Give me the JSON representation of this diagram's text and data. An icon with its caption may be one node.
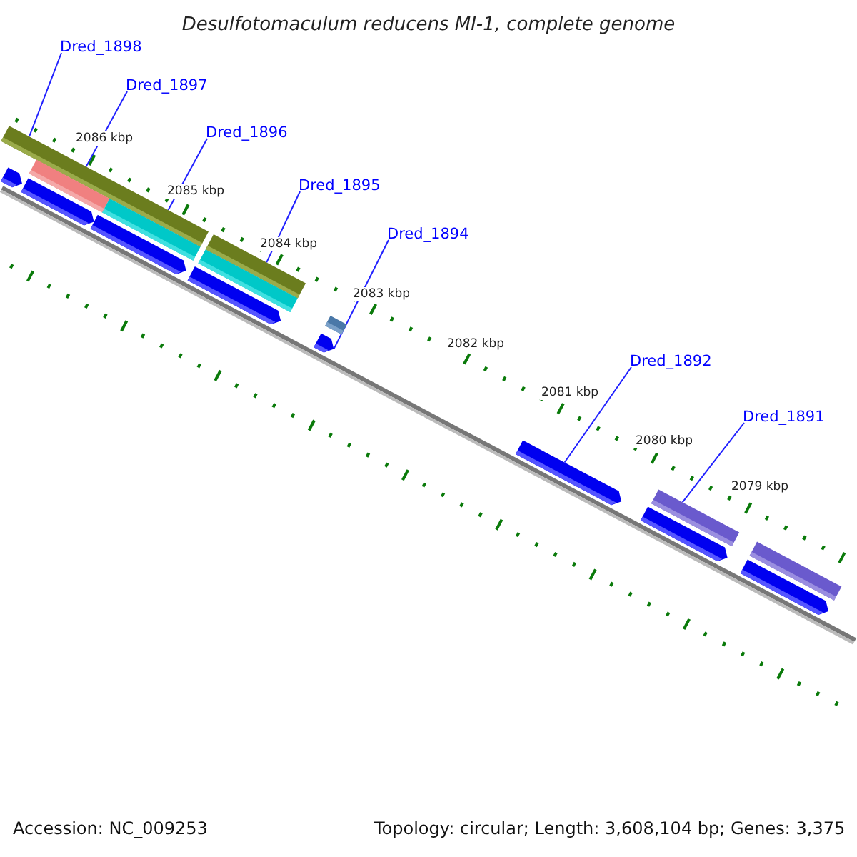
{
  "diagram": {
    "title": "Desulfotomaculum reducens MI-1, complete genome",
    "nodes": [
      {
        "text": [
          "Dred_1898"
        ]
      },
      {
        "text": [
          "Dred_1897"
        ]
      },
      {
        "text": [
          "Dred_1896"
        ]
      },
      {
        "text": [
          "Dred_1895"
        ]
      },
      {
        "text": [
          "Dred_1894"
        ]
      },
      {
        "text": [
          "Dred_1892"
        ]
      },
      {
        "text": [
          "Dred_1891"
        ]
      },
      {
        "text": [],
        "shape": "arrow"
      },
      {
        "text": [],
        "shape": "arrow"
      },
      {
        "text": [],
        "shape": "arrow"
      },
      {
        "text": [],
        "shape": "arrow"
      },
      {
        "text": [],
        "shape": "arrow"
      },
      {
        "text": [],
        "shape": "arrow"
      },
      {
        "text": [],
        "shape": "arrow"
      },
      {
        "text": [],
        "shape": "arrow"
      },
      {
        "text": [],
        "shape": "bar"
      },
      {
        "text": [],
        "shape": "bar"
      },
      {
        "text": [],
        "shape": "bar"
      },
      {
        "text": [],
        "shape": "bar"
      },
      {
        "text": [],
        "shape": "bar"
      },
      {
        "text": [],
        "shape": "bar"
      },
      {
        "text": [],
        "shape": "bar"
      },
      {
        "text": [],
        "shape": "bar"
      }
    ],
    "edges": [
      {
        "from": 0,
        "to": 15,
        "arrow": "none"
      },
      {
        "from": 1,
        "to": 15,
        "arrow": "none"
      },
      {
        "from": 2,
        "to": 15,
        "arrow": "none"
      },
      {
        "from": 3,
        "to": 16,
        "arrow": "none"
      },
      {
        "from": 4,
        "to": 11,
        "arrow": "none"
      },
      {
        "from": 5,
        "to": 12,
        "arrow": "none"
      },
      {
        "from": 6,
        "to": 21,
        "arrow": "none"
      }
    ],
    "labels": [
      "2086 kbp",
      "2085 kbp",
      "2084 kbp",
      "2083 kbp",
      "2082 kbp",
      "2081 kbp",
      "2080 kbp",
      "2079 kbp",
      "Accession: NC_009253",
      "Topology: circular; Length: 3,608,104 bp; Genes: 3,375"
    ]
  }
}
